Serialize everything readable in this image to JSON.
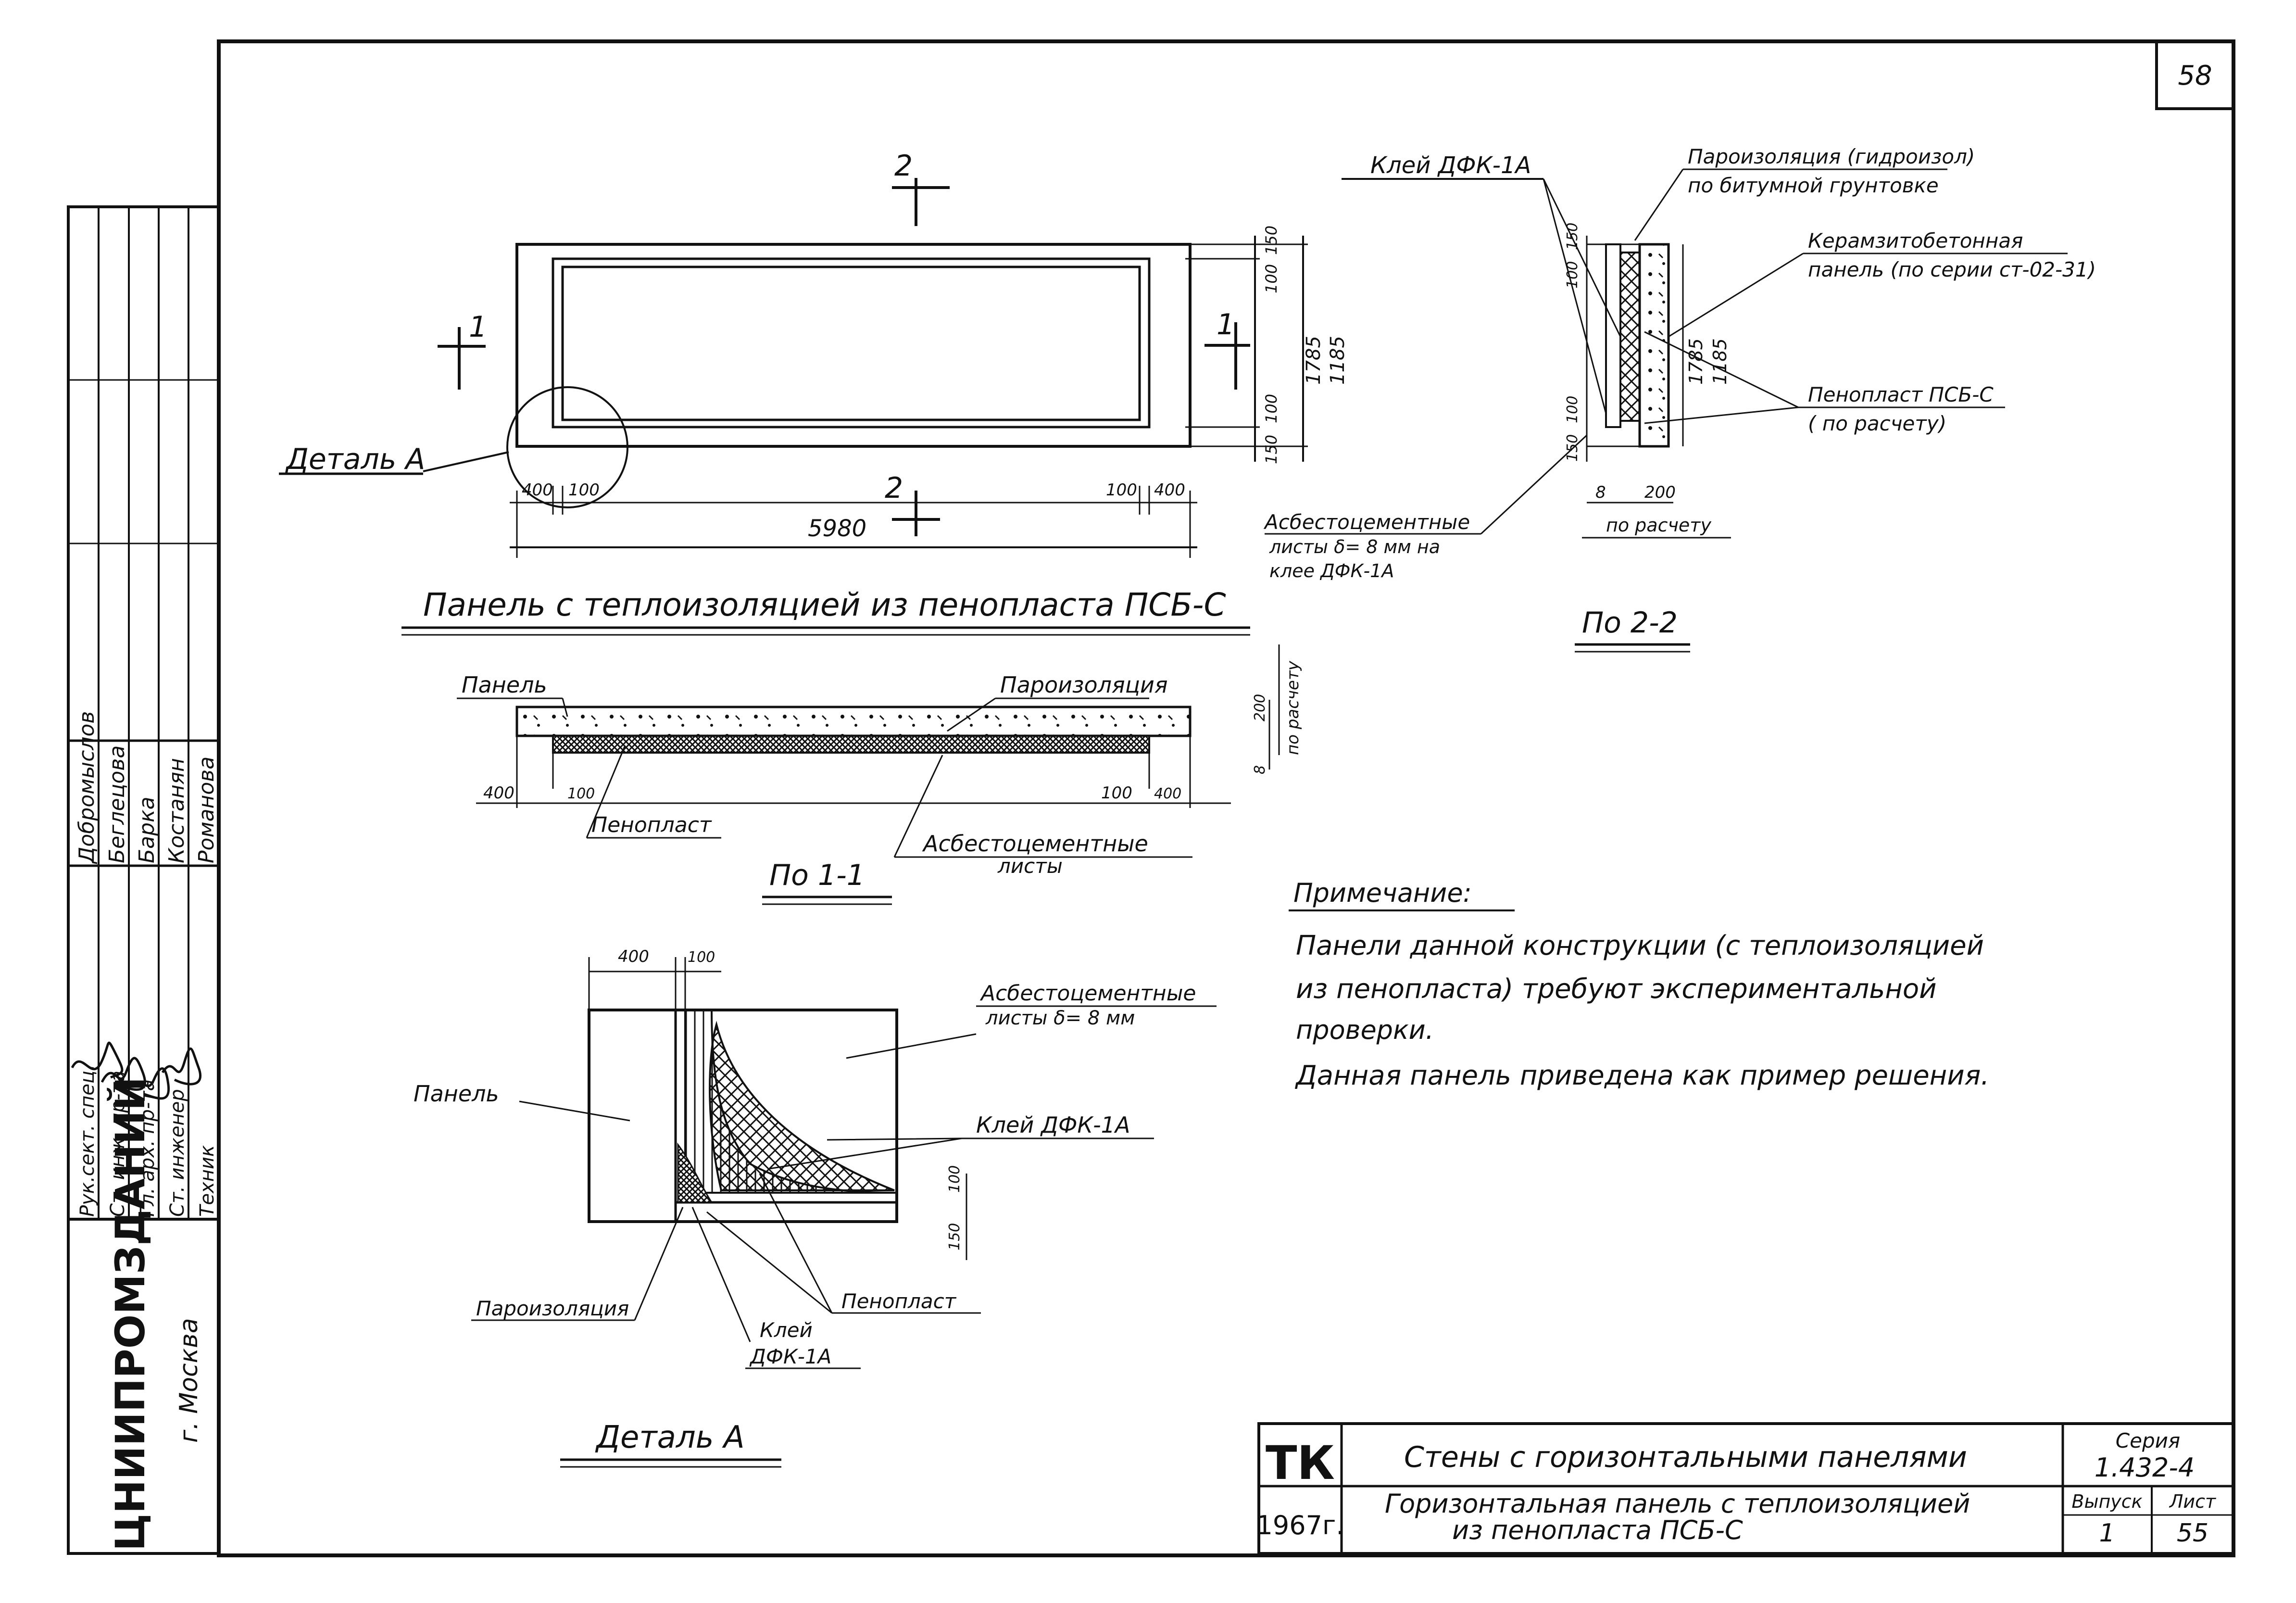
{
  "sheet": {
    "page_number": "58"
  },
  "organization": {
    "name": "ЦНИИПРОМЗДАНИЙ",
    "city": "г. Москва"
  },
  "staff": {
    "roles": [
      "Рук.сект. спец.",
      "Ст. инж. пр-та",
      "Гл. арх. пр-та",
      "Ст. инженер",
      "Техник"
    ],
    "names": [
      "Добромыслов",
      "Беглецова",
      "Барка",
      "Костанян",
      "Романова"
    ]
  },
  "panel_view": {
    "title": "Панель с теплоизоляцией из пенопласта ПСБ-С",
    "detail_label": "Деталь А",
    "section_1": "1",
    "section_2": "2",
    "dims": {
      "total_length": "5980",
      "edge_400": "400",
      "edge_100": "100",
      "height_outer": "1785",
      "height_inner": "1185",
      "top_150": "150",
      "bottom_150": "150"
    }
  },
  "section_2_2": {
    "title": "По 2-2",
    "glue": "Клей ДФК-1А",
    "vapor_line1": "Пароизоляция (гидроизол)",
    "vapor_line2": "по битумной грунтовке",
    "panel_line1": "Керамзитобетонная",
    "panel_line2": "панель (по серии ст-02-31)",
    "foam_line1": "Пенопласт ПСБ-С",
    "foam_line2": "( по расчету)",
    "asbestos_line1": "Асбестоцементные",
    "asbestos_line2": "листы δ= 8 мм на",
    "asbestos_line3": "клее ДФК-1А",
    "dim_200": "200",
    "dim_8": "8",
    "dim_calc": "по расчету",
    "dim_1785": "1785",
    "dim_1185": "1185",
    "dim_150": "150",
    "dim_100": "100"
  },
  "section_1_1": {
    "title": "По 1-1",
    "panel": "Панель",
    "vapor": "Пароизоляция",
    "foam": "Пенопласт",
    "asbestos_line1": "Асбестоцементные",
    "asbestos_line2": "листы",
    "dim_400": "400",
    "dim_100": "100",
    "dim_200": "200",
    "dim_calc": "по расчету",
    "dim_8": "8"
  },
  "detail_a": {
    "title": "Деталь А",
    "panel": "Панель",
    "asbestos_line1": "Асбестоцементные",
    "asbestos_line2": "листы δ= 8 мм",
    "glue": "Клей ДФК-1А",
    "glue_line1": "Клей",
    "glue_line2": "ДФК-1А",
    "vapor": "Пароизоляция",
    "foam": "Пенопласт",
    "dim_400": "400",
    "dim_100": "100",
    "dim_150": "150"
  },
  "note": {
    "heading": "Примечание:",
    "line1": "Панели данной конструкции (с теплоизоляцией",
    "line2": "из пенопласта) требуют экспериментальной",
    "line3": "проверки.",
    "line4": "Данная панель приведена как пример решения."
  },
  "title_block": {
    "code": "ТК",
    "year": "1967г.",
    "title1": "Стены с горизонтальными панелями",
    "title2_line1": "Горизонтальная панель с теплоизоляцией",
    "title2_line2": "из пенопласта ПСБ-С",
    "series_label": "Серия",
    "series_value": "1.432-4",
    "issue_label": "Выпуск",
    "issue_value": "1",
    "sheet_label": "Лист",
    "sheet_value": "55"
  }
}
